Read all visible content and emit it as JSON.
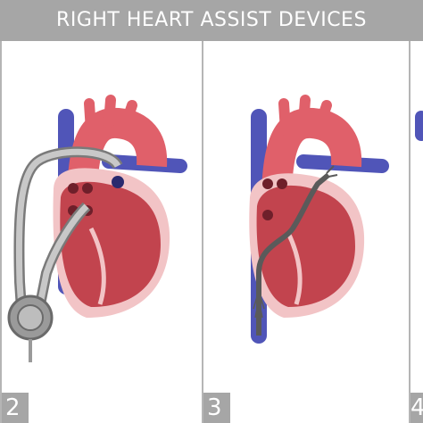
{
  "title": "RIGHT HEART ASSIST DEVICES",
  "panels": [
    {
      "number": "2"
    },
    {
      "number": "3"
    },
    {
      "number": "4"
    }
  ],
  "colors": {
    "title_bar": "#a6a6a6",
    "vein_blue": "#5055b8",
    "artery_red": "#e0606a",
    "myocardium": "#c2444e",
    "pericardium_pink": "#f2c4c6",
    "device_gray": "#9a9a9a"
  }
}
